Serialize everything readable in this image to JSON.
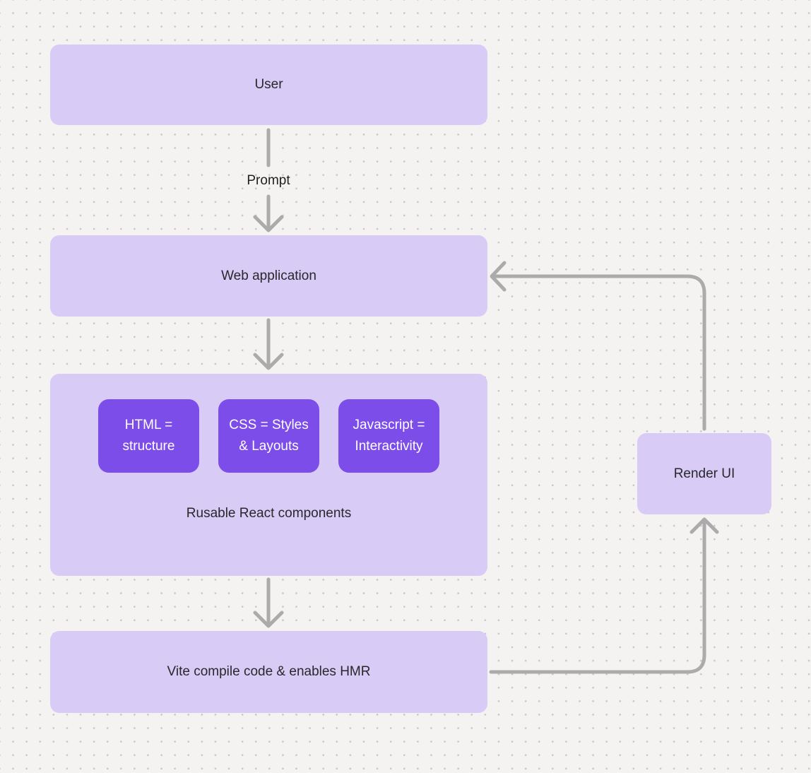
{
  "colors": {
    "background": "#f4f3f1",
    "dot": "#c9c6c3",
    "node_fill": "#d8ccf6",
    "chip_fill": "#7c4de8",
    "chip_text": "#ffffff",
    "connector": "#ababab",
    "text": "#28282c"
  },
  "diagram": {
    "nodes": {
      "user": {
        "label": "User"
      },
      "web_application": {
        "label": "Web application"
      },
      "components_group": {
        "caption": "Rusable React components",
        "chips": [
          {
            "label": "HTML =\nstructure"
          },
          {
            "label": "CSS = Styles\n& Layouts"
          },
          {
            "label": "Javascript =\nInteractivity"
          }
        ]
      },
      "vite": {
        "label": "Vite compile code & enables HMR"
      },
      "render_ui": {
        "label": "Render UI"
      }
    },
    "edge_labels": {
      "prompt": "Prompt"
    }
  }
}
